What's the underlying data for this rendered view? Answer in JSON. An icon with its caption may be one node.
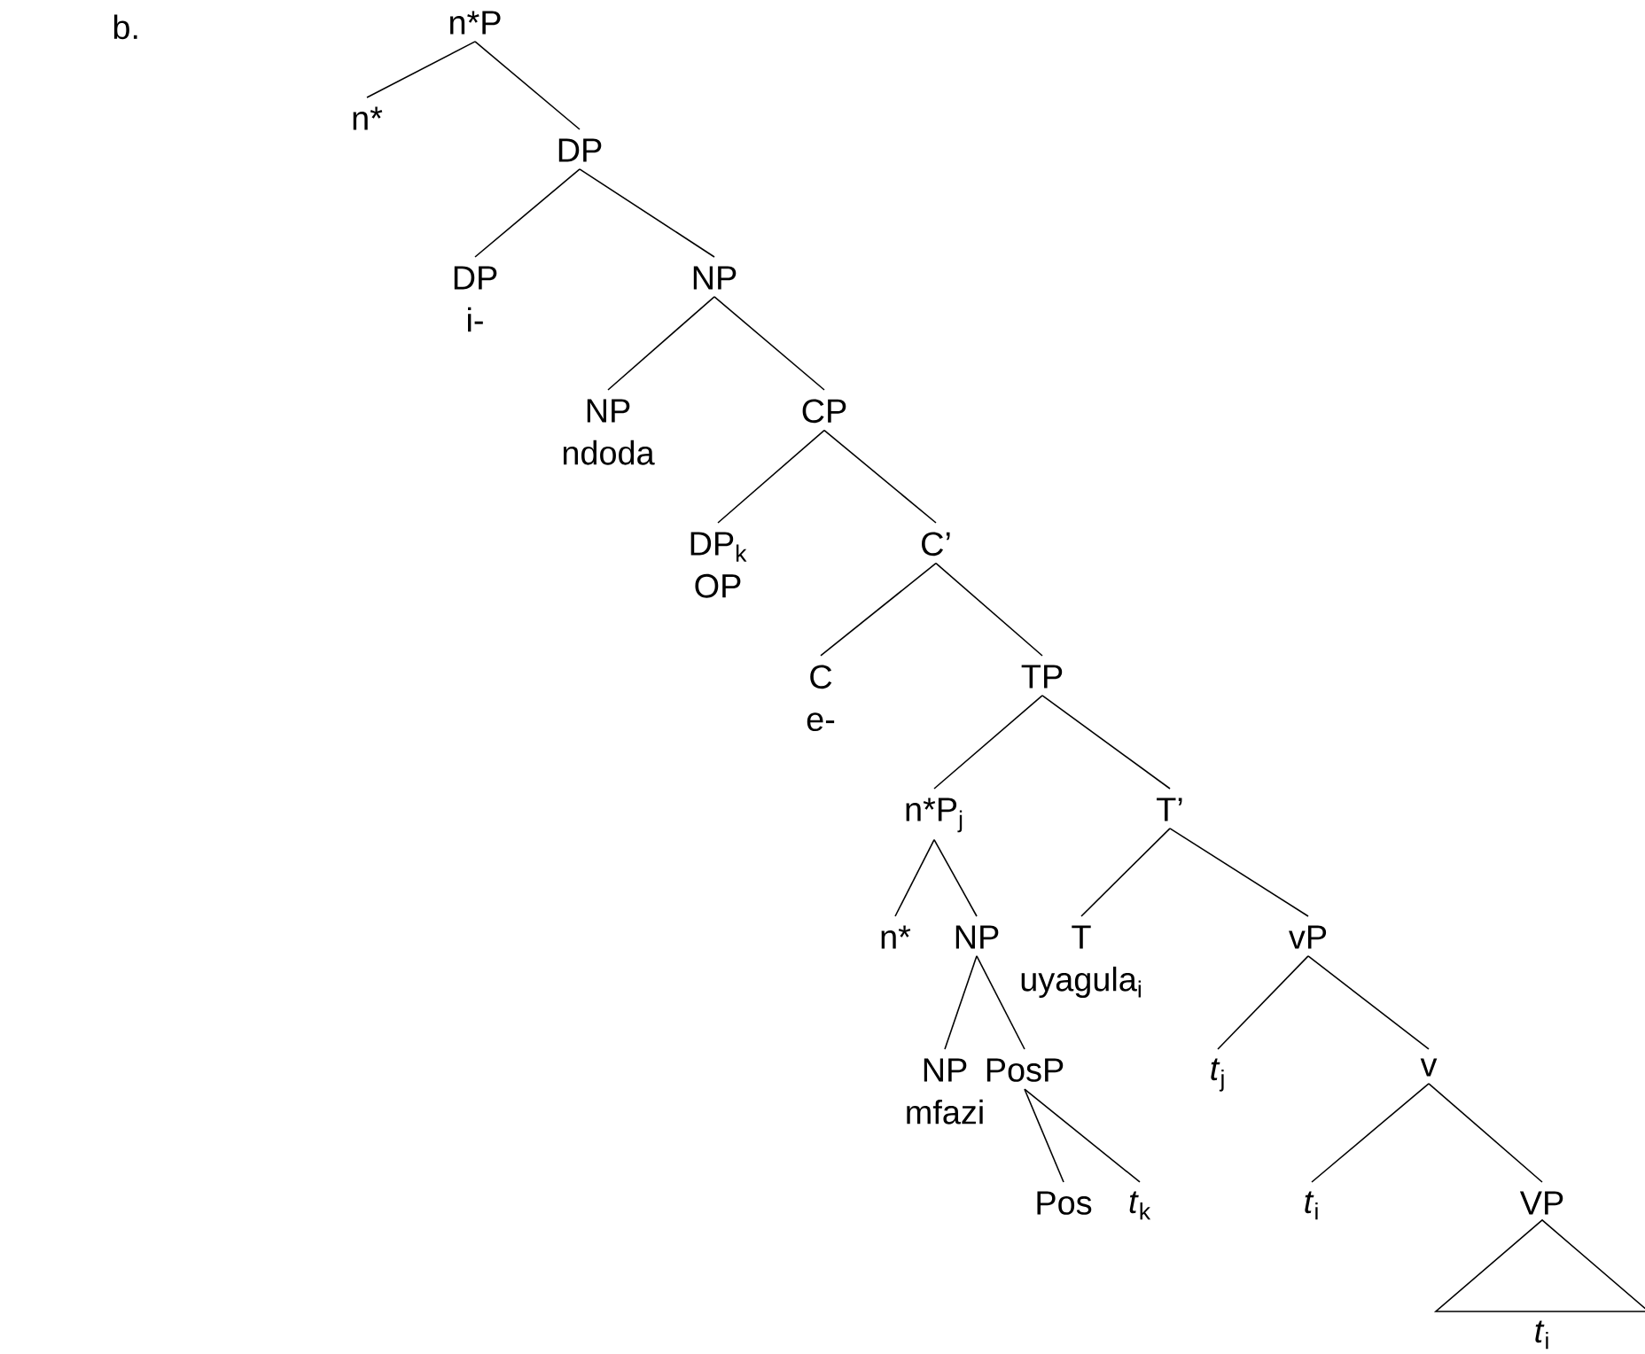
{
  "diagram": {
    "nodes": [
      {
        "text": [
          "n*P"
        ]
      },
      {
        "text": [
          "n*"
        ]
      },
      {
        "text": [
          "DP"
        ]
      },
      {
        "text": [
          "DP",
          "i-"
        ]
      },
      {
        "text": [
          "NP"
        ]
      },
      {
        "text": [
          "NP",
          "ndoda"
        ]
      },
      {
        "text": [
          "CP"
        ]
      },
      {
        "text": [
          "DP$_{k}$",
          "OP"
        ]
      },
      {
        "text": [
          "C’"
        ]
      },
      {
        "text": [
          "C",
          "e-"
        ]
      },
      {
        "text": [
          "TP"
        ]
      },
      {
        "text": [
          "n*P$_{j}$"
        ]
      },
      {
        "text": [
          "T’"
        ]
      },
      {
        "text": [
          "n*"
        ]
      },
      {
        "text": [
          "NP"
        ]
      },
      {
        "text": [
          "T",
          "uyagula$_{i}$"
        ]
      },
      {
        "text": [
          "vP"
        ]
      },
      {
        "text": [
          "NP",
          "mfazi"
        ]
      },
      {
        "text": [
          "PosP"
        ]
      },
      {
        "text": [
          "*t*$_{j}$"
        ]
      },
      {
        "text": [
          "v"
        ]
      },
      {
        "text": [
          "Pos"
        ]
      },
      {
        "text": [
          "*t*$_{k}$"
        ]
      },
      {
        "text": [
          "*t*$_{i}$"
        ]
      },
      {
        "text": [
          "VP"
        ]
      },
      {
        "text": [
          "*t*$_{i}$"
        ]
      }
    ],
    "edges": [
      {
        "from": 0,
        "to": 1,
        "arrow": "none"
      },
      {
        "from": 0,
        "to": 2,
        "arrow": "none"
      },
      {
        "from": 2,
        "to": 3,
        "arrow": "none"
      },
      {
        "from": 2,
        "to": 4,
        "arrow": "none"
      },
      {
        "from": 4,
        "to": 5,
        "arrow": "none"
      },
      {
        "from": 4,
        "to": 6,
        "arrow": "none"
      },
      {
        "from": 6,
        "to": 7,
        "arrow": "none"
      },
      {
        "from": 6,
        "to": 8,
        "arrow": "none"
      },
      {
        "from": 8,
        "to": 9,
        "arrow": "none"
      },
      {
        "from": 8,
        "to": 10,
        "arrow": "none"
      },
      {
        "from": 10,
        "to": 11,
        "arrow": "none"
      },
      {
        "from": 10,
        "to": 12,
        "arrow": "none"
      },
      {
        "from": 11,
        "to": 13,
        "arrow": "none"
      },
      {
        "from": 11,
        "to": 14,
        "arrow": "none"
      },
      {
        "from": 12,
        "to": 15,
        "arrow": "none"
      },
      {
        "from": 12,
        "to": 16,
        "arrow": "none"
      },
      {
        "from": 14,
        "to": 17,
        "arrow": "none"
      },
      {
        "from": 14,
        "to": 18,
        "arrow": "none"
      },
      {
        "from": 16,
        "to": 19,
        "arrow": "none"
      },
      {
        "from": 16,
        "to": 20,
        "arrow": "none"
      },
      {
        "from": 18,
        "to": 21,
        "arrow": "none"
      },
      {
        "from": 18,
        "to": 22,
        "arrow": "none"
      },
      {
        "from": 20,
        "to": 23,
        "arrow": "none"
      },
      {
        "from": 20,
        "to": 24,
        "arrow": "none"
      },
      {
        "from": 24,
        "to": 25,
        "arrow": "none"
      }
    ],
    "labels": [
      "b."
    ]
  }
}
